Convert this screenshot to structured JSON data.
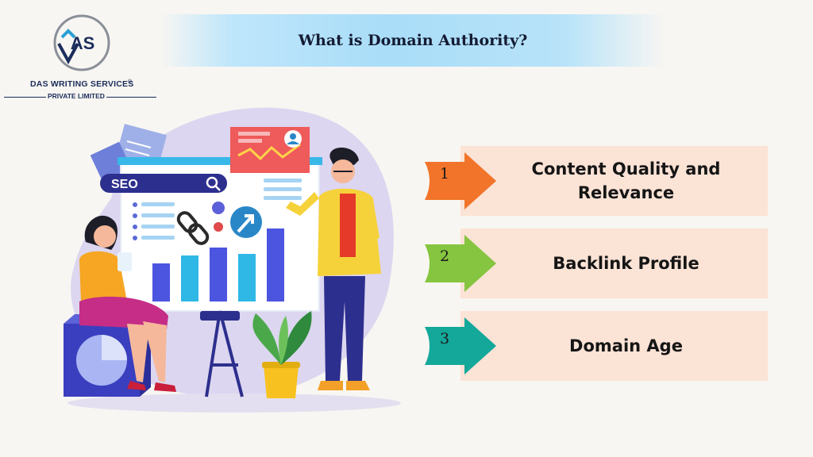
{
  "logo": {
    "mark_text": "DAS",
    "company_line1": "DAS WRITING SERVICES",
    "registered_mark": "®",
    "company_line2": "PRIVATE LIMITED"
  },
  "title": "What is Domain Authority?",
  "illustration": {
    "seo_label": "SEO",
    "icons": [
      "search-icon",
      "chain-link-icon",
      "growth-arrow-icon",
      "user-avatar-icon",
      "pie-chart-icon"
    ]
  },
  "factors": [
    {
      "number": "1",
      "label": "Content Quality and Relevance",
      "arrow_color": "#f2742a"
    },
    {
      "number": "2",
      "label": "Backlink Profile",
      "arrow_color": "#86c540"
    },
    {
      "number": "3",
      "label": "Domain Age",
      "arrow_color": "#13a89a"
    }
  ],
  "colors": {
    "background": "#f8f6f2",
    "card": "#fbe3d6",
    "title_banner": "#a9ddf8",
    "brand_navy": "#1c2d5c"
  }
}
